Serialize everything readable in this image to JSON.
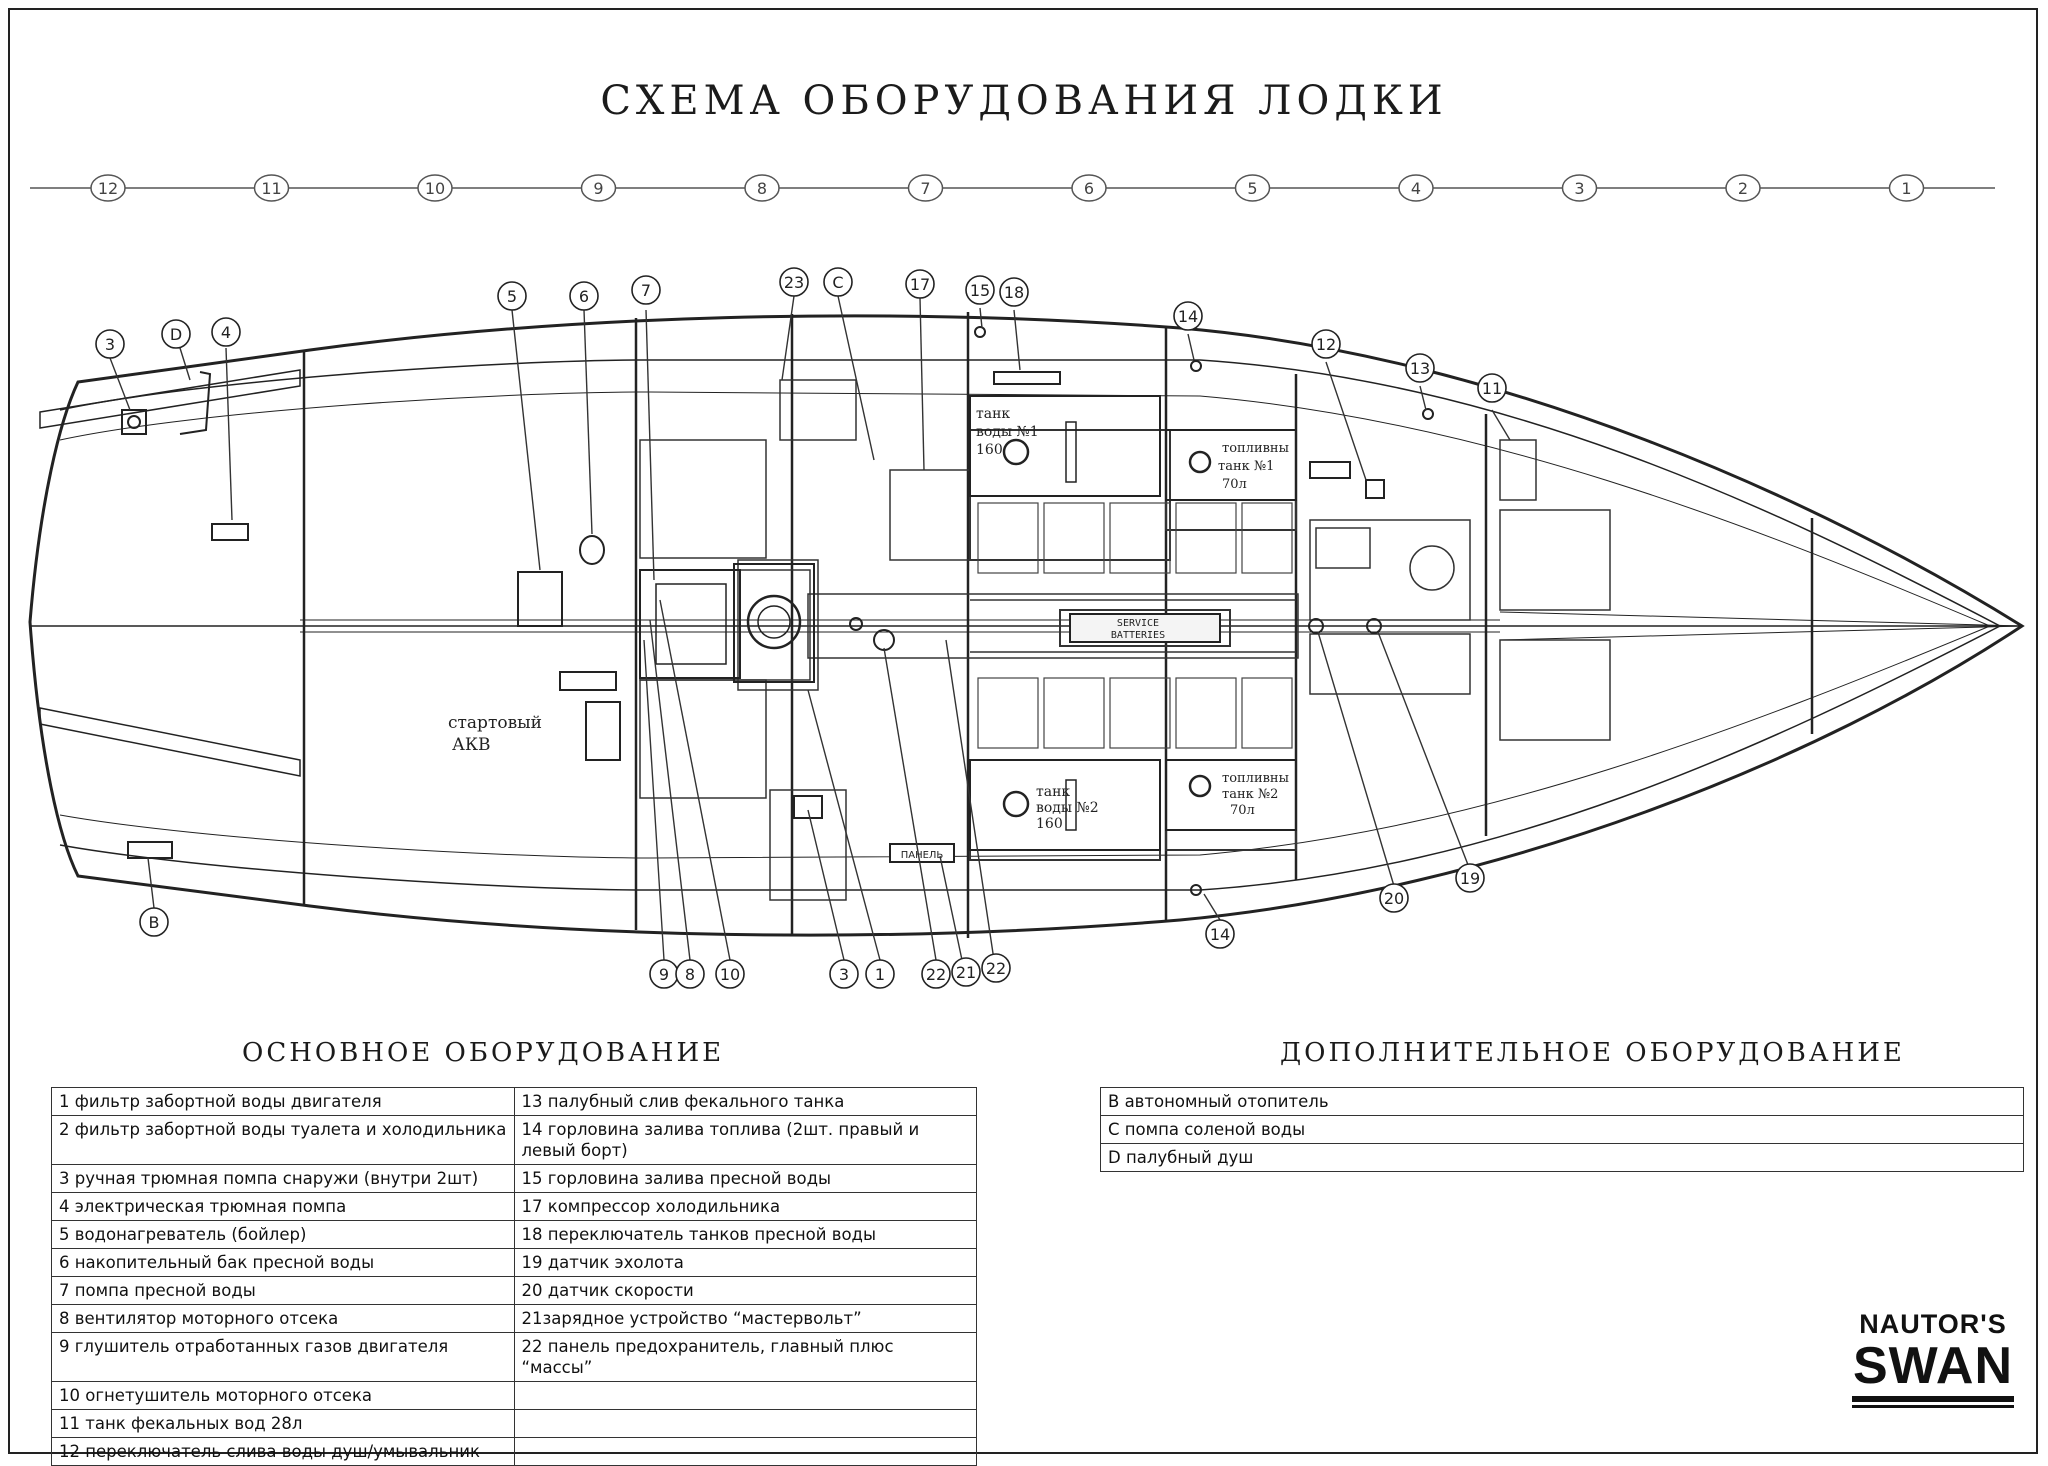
{
  "title": "СХЕМА ОБОРУДОВАНИЯ ЛОДКИ",
  "frame_numbers": [
    "12",
    "11",
    "10",
    "9",
    "8",
    "7",
    "6",
    "5",
    "4",
    "3",
    "2",
    "1"
  ],
  "callouts": {
    "c3a": "3",
    "cD": "D",
    "c4": "4",
    "c5": "5",
    "c6": "6",
    "c7": "7",
    "c23": "23",
    "cC": "C",
    "c17": "17",
    "c15": "15",
    "c18": "18",
    "c14a": "14",
    "c12": "12",
    "c13": "13",
    "c11": "11",
    "cB": "B",
    "c9": "9",
    "c8": "8",
    "c10": "10",
    "c3b": "3",
    "c1": "1",
    "c22a": "22",
    "c21": "21",
    "c22b": "22",
    "c14b": "14",
    "c20": "20",
    "c19": "19"
  },
  "labels": {
    "starter_battery": [
      "стартовый",
      "АКВ"
    ],
    "water_tank_1": [
      "танк",
      "воды №1",
      "160"
    ],
    "water_tank_2": [
      "танк",
      "воды №2",
      "160"
    ],
    "fuel_tank_1": [
      "топливны",
      "танк №1",
      "70л"
    ],
    "fuel_tank_2": [
      "топливны",
      "танк №2",
      "70л"
    ],
    "service_batteries": [
      "SERVICE",
      "BATTERIES"
    ],
    "panel": "ПАНЕЛЬ"
  },
  "sections": {
    "main_title": "ОСНОВНОЕ ОБОРУДОВАНИЕ",
    "extra_title": "ДОПОЛНИТЕЛЬНОЕ ОБОРУДОВАНИЕ"
  },
  "main_equipment": {
    "left": [
      "1 фильтр забортной воды двигателя",
      "2 фильтр забортной воды туалета и холодильника",
      "3 ручная трюмная помпа снаружи (внутри 2шт)",
      "4 электрическая трюмная помпа",
      "5 водонагреватель (бойлер)",
      "6 накопительный бак пресной воды",
      "7 помпа пресной воды",
      "8 вентилятор моторного отсека",
      "9 глушитель отработанных газов двигателя",
      "10 огнетушитель моторного отсека",
      "11 танк фекальных вод 28л",
      "12 переключатель слива воды душ/умывальник"
    ],
    "right": [
      "13 палубный слив фекального танка",
      "14 горловина залива топлива (2шт. правый и левый борт)",
      "15 горловина залива пресной воды",
      "17 компрессор холодильника",
      "18 переключатель танков пресной воды",
      "19 датчик эхолота",
      "20 датчик скорости",
      "21зарядное устройство “мастервольт”",
      "22 панель предохранитель, главный плюс “массы”",
      "",
      "",
      ""
    ]
  },
  "extra_equipment": [
    "B автономный отопитель",
    "C помпа соленой воды",
    "D палубный душ"
  ],
  "logo": {
    "top": "NAUTOR'S",
    "bottom": "SWAN"
  }
}
